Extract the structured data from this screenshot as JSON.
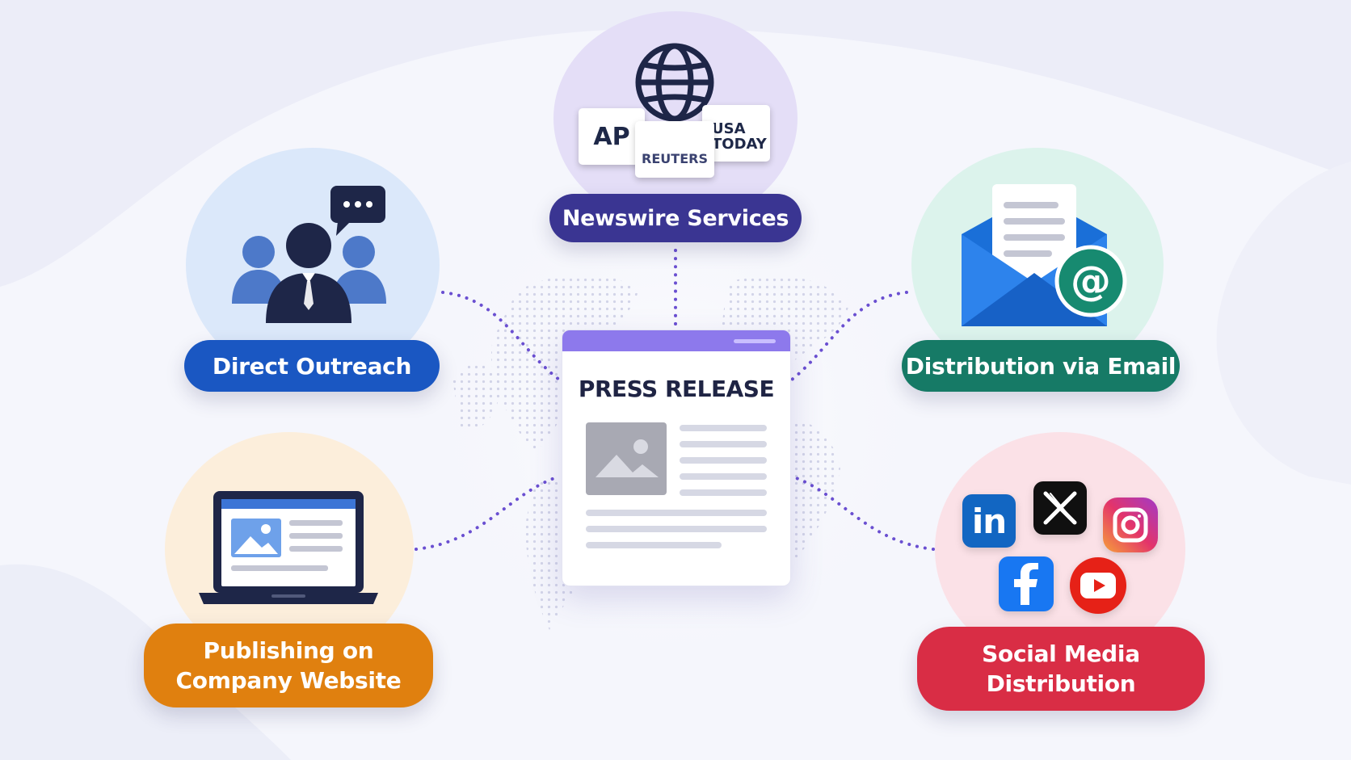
{
  "center": {
    "title": "PRESS RELEASE"
  },
  "nodes": {
    "newswire": {
      "label": "Newswire Services",
      "agencies": {
        "ap": "AP",
        "reuters": "REUTERS",
        "usa_today_line1": "USA",
        "usa_today_line2": "TODAY"
      }
    },
    "outreach": {
      "label": "Direct Outreach"
    },
    "email": {
      "label": "Distribution via Email"
    },
    "website": {
      "label_line1": "Publishing on",
      "label_line2": "Company Website"
    },
    "social": {
      "label_line1": "Social Media",
      "label_line2": "Distribution",
      "linkedin": "in"
    }
  },
  "colors": {
    "newswire": "#3a3592",
    "outreach": "#1a57c2",
    "email": "#167a66",
    "website": "#e0800f",
    "social": "#d92d45",
    "accent": "#8d79ec",
    "connector": "#6a4fd1"
  }
}
